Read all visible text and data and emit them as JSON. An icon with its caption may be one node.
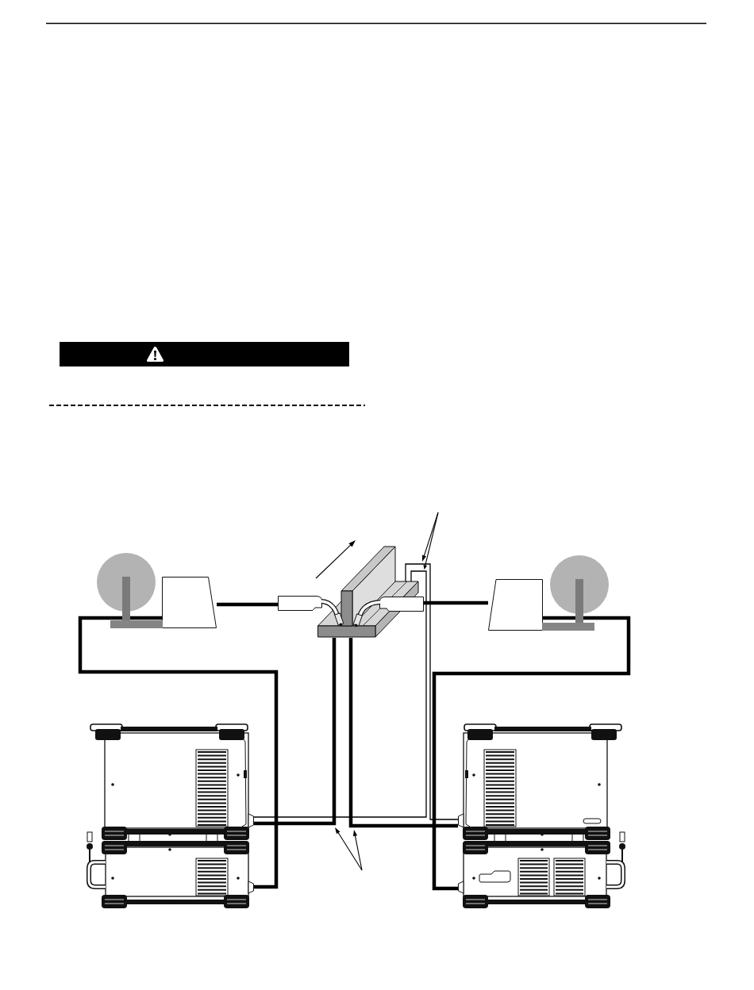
{
  "diagram": {
    "nodes": [
      {
        "text": [],
        "shape": "circle"
      },
      {
        "text": [],
        "shape": "box"
      },
      {
        "text": [],
        "shape": "picture"
      },
      {
        "text": [],
        "shape": "picture"
      },
      {
        "text": [],
        "shape": "picture"
      },
      {
        "text": [],
        "shape": "box"
      },
      {
        "text": [],
        "shape": "circle"
      },
      {
        "text": [],
        "shape": "picture"
      },
      {
        "text": [],
        "shape": "picture"
      }
    ],
    "edges": [
      {
        "from": 1,
        "to": 2,
        "arrow": "none"
      },
      {
        "from": 5,
        "to": 4,
        "arrow": "none"
      },
      {
        "from": 7,
        "to": 1,
        "arrow": "none"
      },
      {
        "from": 8,
        "to": 5,
        "arrow": "none"
      },
      {
        "from": 3,
        "to": 7,
        "arrow": "none"
      },
      {
        "from": 3,
        "to": 8,
        "arrow": "none"
      },
      {
        "from": 3,
        "to": 8,
        "arrow": "none"
      },
      {
        "from": 3,
        "to": 7,
        "arrow": "none"
      }
    ]
  }
}
